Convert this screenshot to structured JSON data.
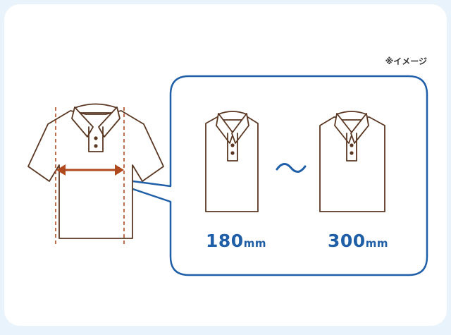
{
  "note": "※イメージ",
  "sizes": {
    "min_value": "180",
    "max_value": "300",
    "unit": "mm",
    "separator": "〜"
  },
  "colors": {
    "background": "#e9f3fb",
    "outline_brown": "#5a3722",
    "arrow_brown": "#b04a1e",
    "accent_blue": "#1f5fa8"
  },
  "icons": [
    "polo-shirt-icon",
    "folded-shirt-narrow-icon",
    "folded-shirt-wide-icon",
    "width-arrow-icon"
  ]
}
